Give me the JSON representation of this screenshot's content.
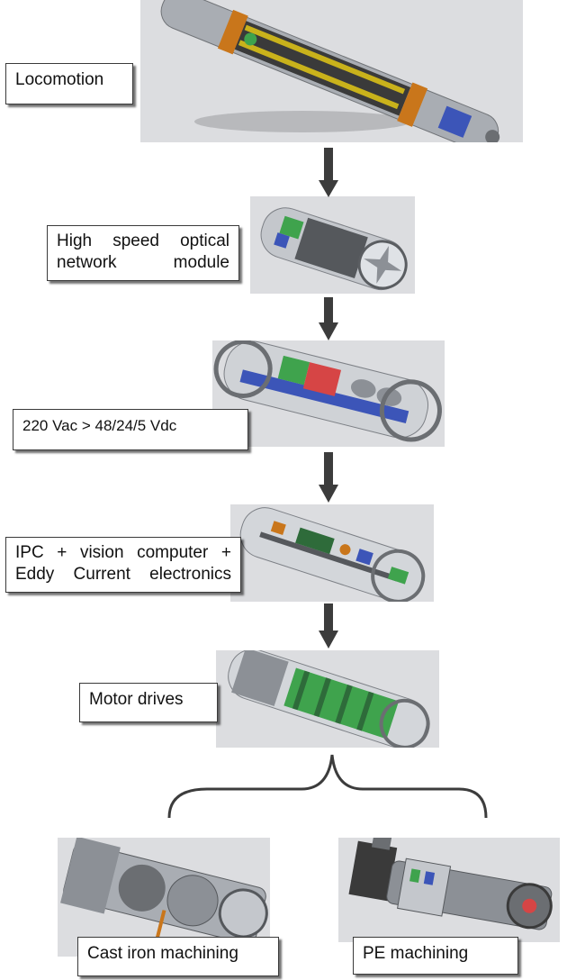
{
  "modules": [
    {
      "id": "locomotion",
      "label_lines": [
        "Locomotion"
      ]
    },
    {
      "id": "optical",
      "label_lines": [
        "High speed optical",
        "network module"
      ]
    },
    {
      "id": "power",
      "label_lines": [
        "220 Vac > 48/24/5 Vdc"
      ]
    },
    {
      "id": "computer",
      "label_lines": [
        "IPC + vision computer +",
        "Eddy Current electronics"
      ]
    },
    {
      "id": "motor",
      "label_lines": [
        "Motor drives"
      ]
    }
  ],
  "tools": [
    {
      "id": "cast-iron",
      "label": "Cast iron machining"
    },
    {
      "id": "pe",
      "label": "PE machining"
    }
  ],
  "colors": {
    "arrow": "#3c3c3c",
    "panel": "#dcdde0",
    "metal": "#a9adb3",
    "green": "#3fa34d",
    "red": "#d64545",
    "blue": "#3c55b8",
    "orange": "#c9761b"
  }
}
